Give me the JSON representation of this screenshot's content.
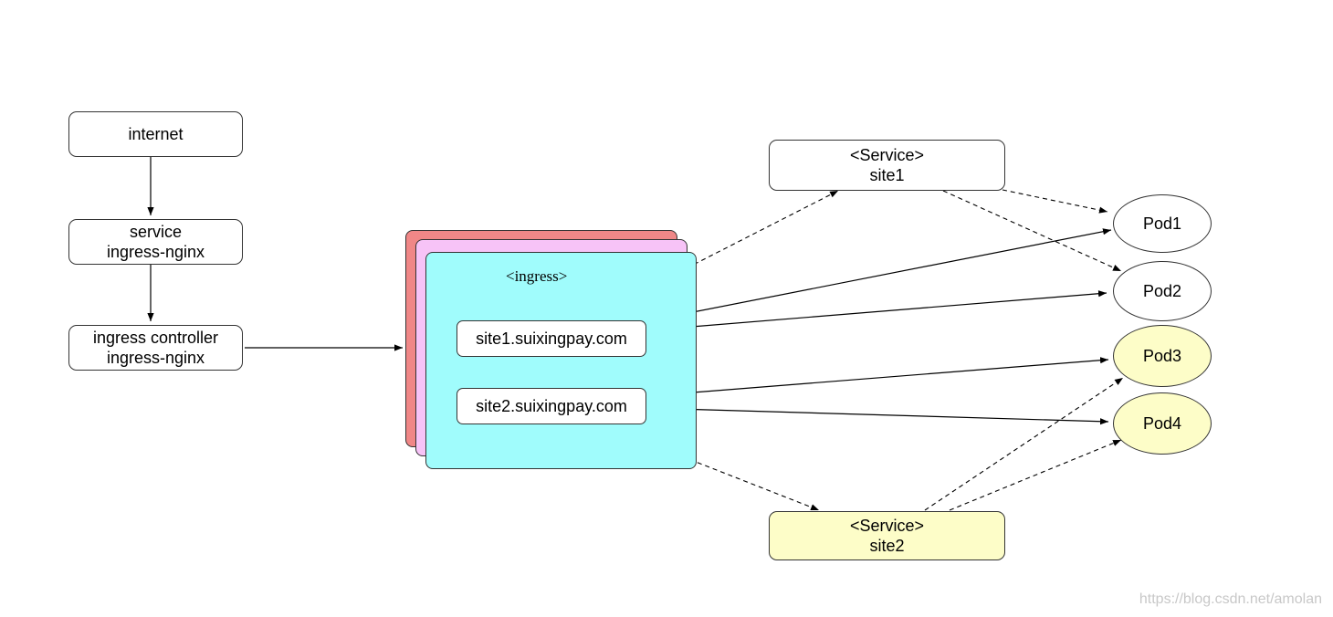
{
  "nodes": {
    "internet": "internet",
    "service": [
      "service",
      "ingress-nginx"
    ],
    "controller": [
      "ingress controller",
      "ingress-nginx"
    ],
    "ingress_label": "<ingress>",
    "rule1": "site1.suixingpay.com",
    "rule2": "site2.suixingpay.com",
    "service_site1": [
      "<Service>",
      "site1"
    ],
    "service_site2": [
      "<Service>",
      "site2"
    ],
    "pods": [
      "Pod1",
      "Pod2",
      "Pod3",
      "Pod4"
    ]
  },
  "colors": {
    "ingress_back": "#f08787",
    "ingress_middle": "#f7c3f7",
    "ingress_front": "#a0fcfc",
    "highlight": "#fdfdc8"
  },
  "watermark": "https://blog.csdn.net/amolan"
}
